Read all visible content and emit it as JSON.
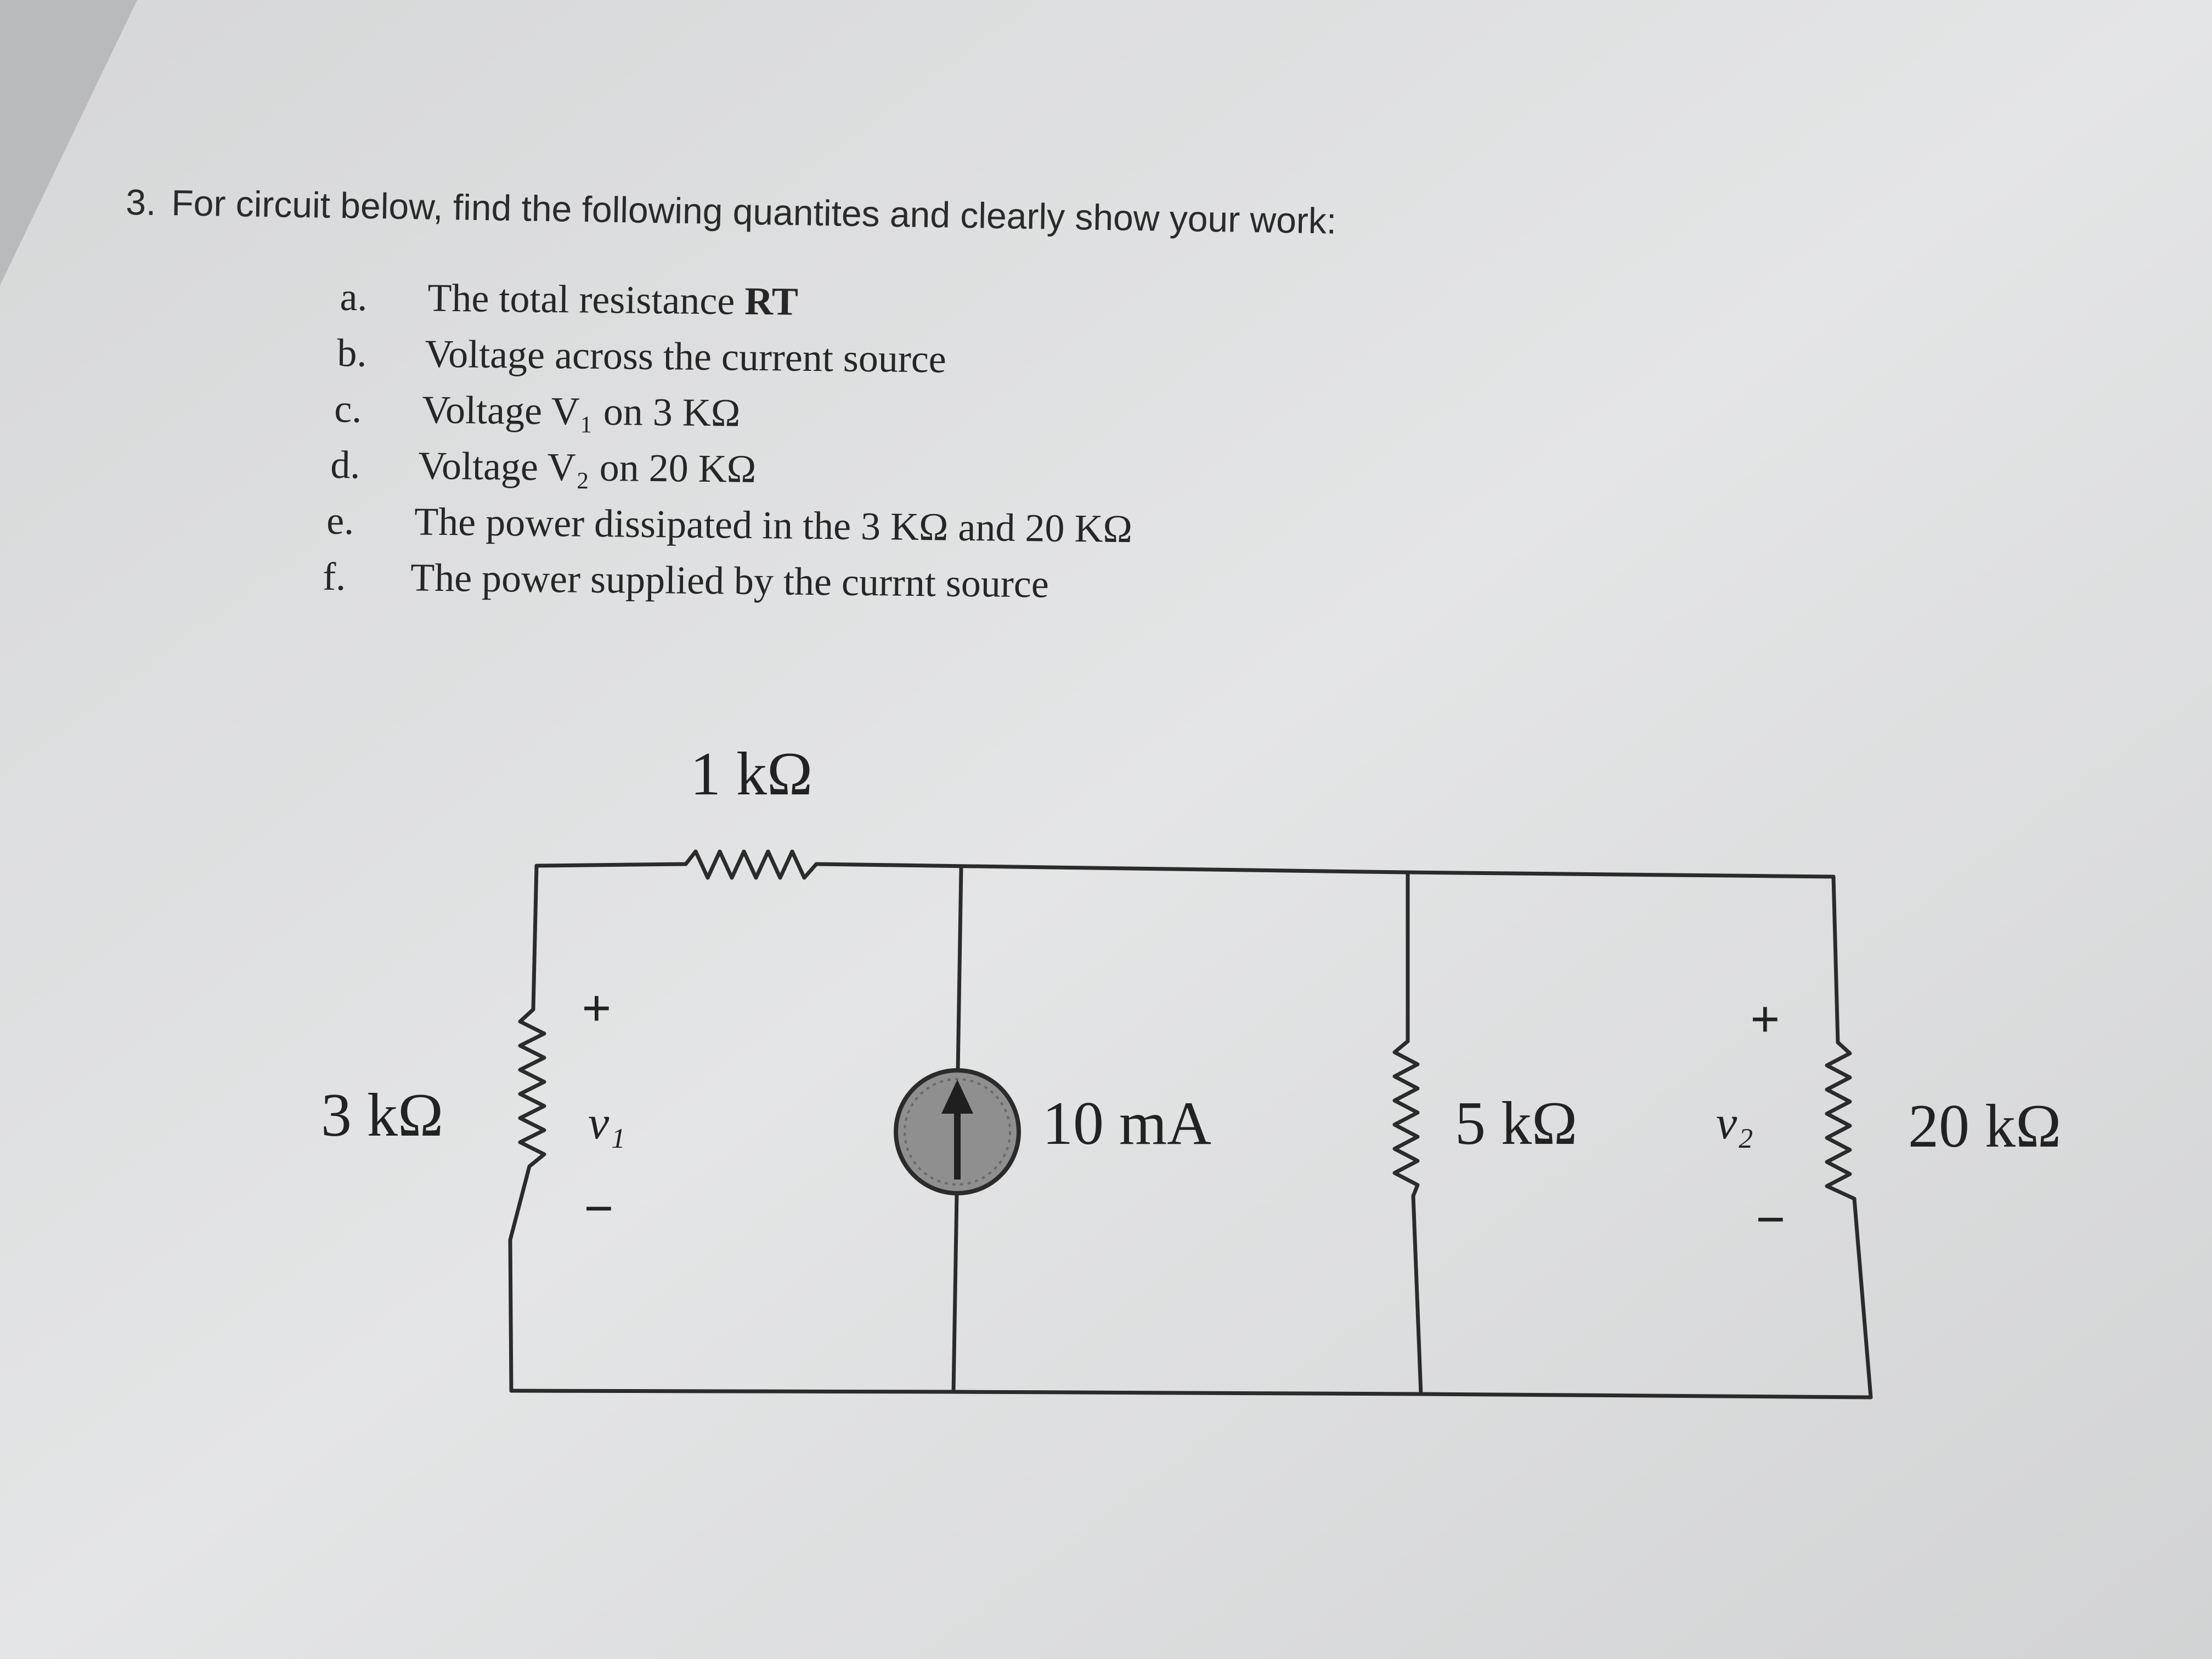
{
  "question": {
    "number": "3.",
    "text": "For circuit below, find the following quantites and clearly show your work:"
  },
  "items": [
    {
      "letter": "a.",
      "text": "The total resistance",
      "bold_suffix": "RT"
    },
    {
      "letter": "b.",
      "text": "Voltage across the current source"
    },
    {
      "letter": "c.",
      "text": "Voltage V₁ on 3 KΩ"
    },
    {
      "letter": "d.",
      "text": "Voltage V₂ on 20 KΩ"
    },
    {
      "letter": "e.",
      "text": "The power dissipated in the 3 KΩ and 20 KΩ"
    },
    {
      "letter": "f.",
      "text": "The power supplied by the currnt source"
    }
  ],
  "circuit": {
    "r_top": "1 kΩ",
    "r_left": "3 kΩ",
    "v1_label": "v₁",
    "source": "10 mA",
    "r_mid": "5 kΩ",
    "v2_label": "v₂",
    "r_right": "20 kΩ",
    "plus": "+",
    "minus": "−"
  },
  "colors": {
    "paper": "#e2e3e4",
    "ink": "#262626",
    "source_fill": "#8f8f8f"
  }
}
